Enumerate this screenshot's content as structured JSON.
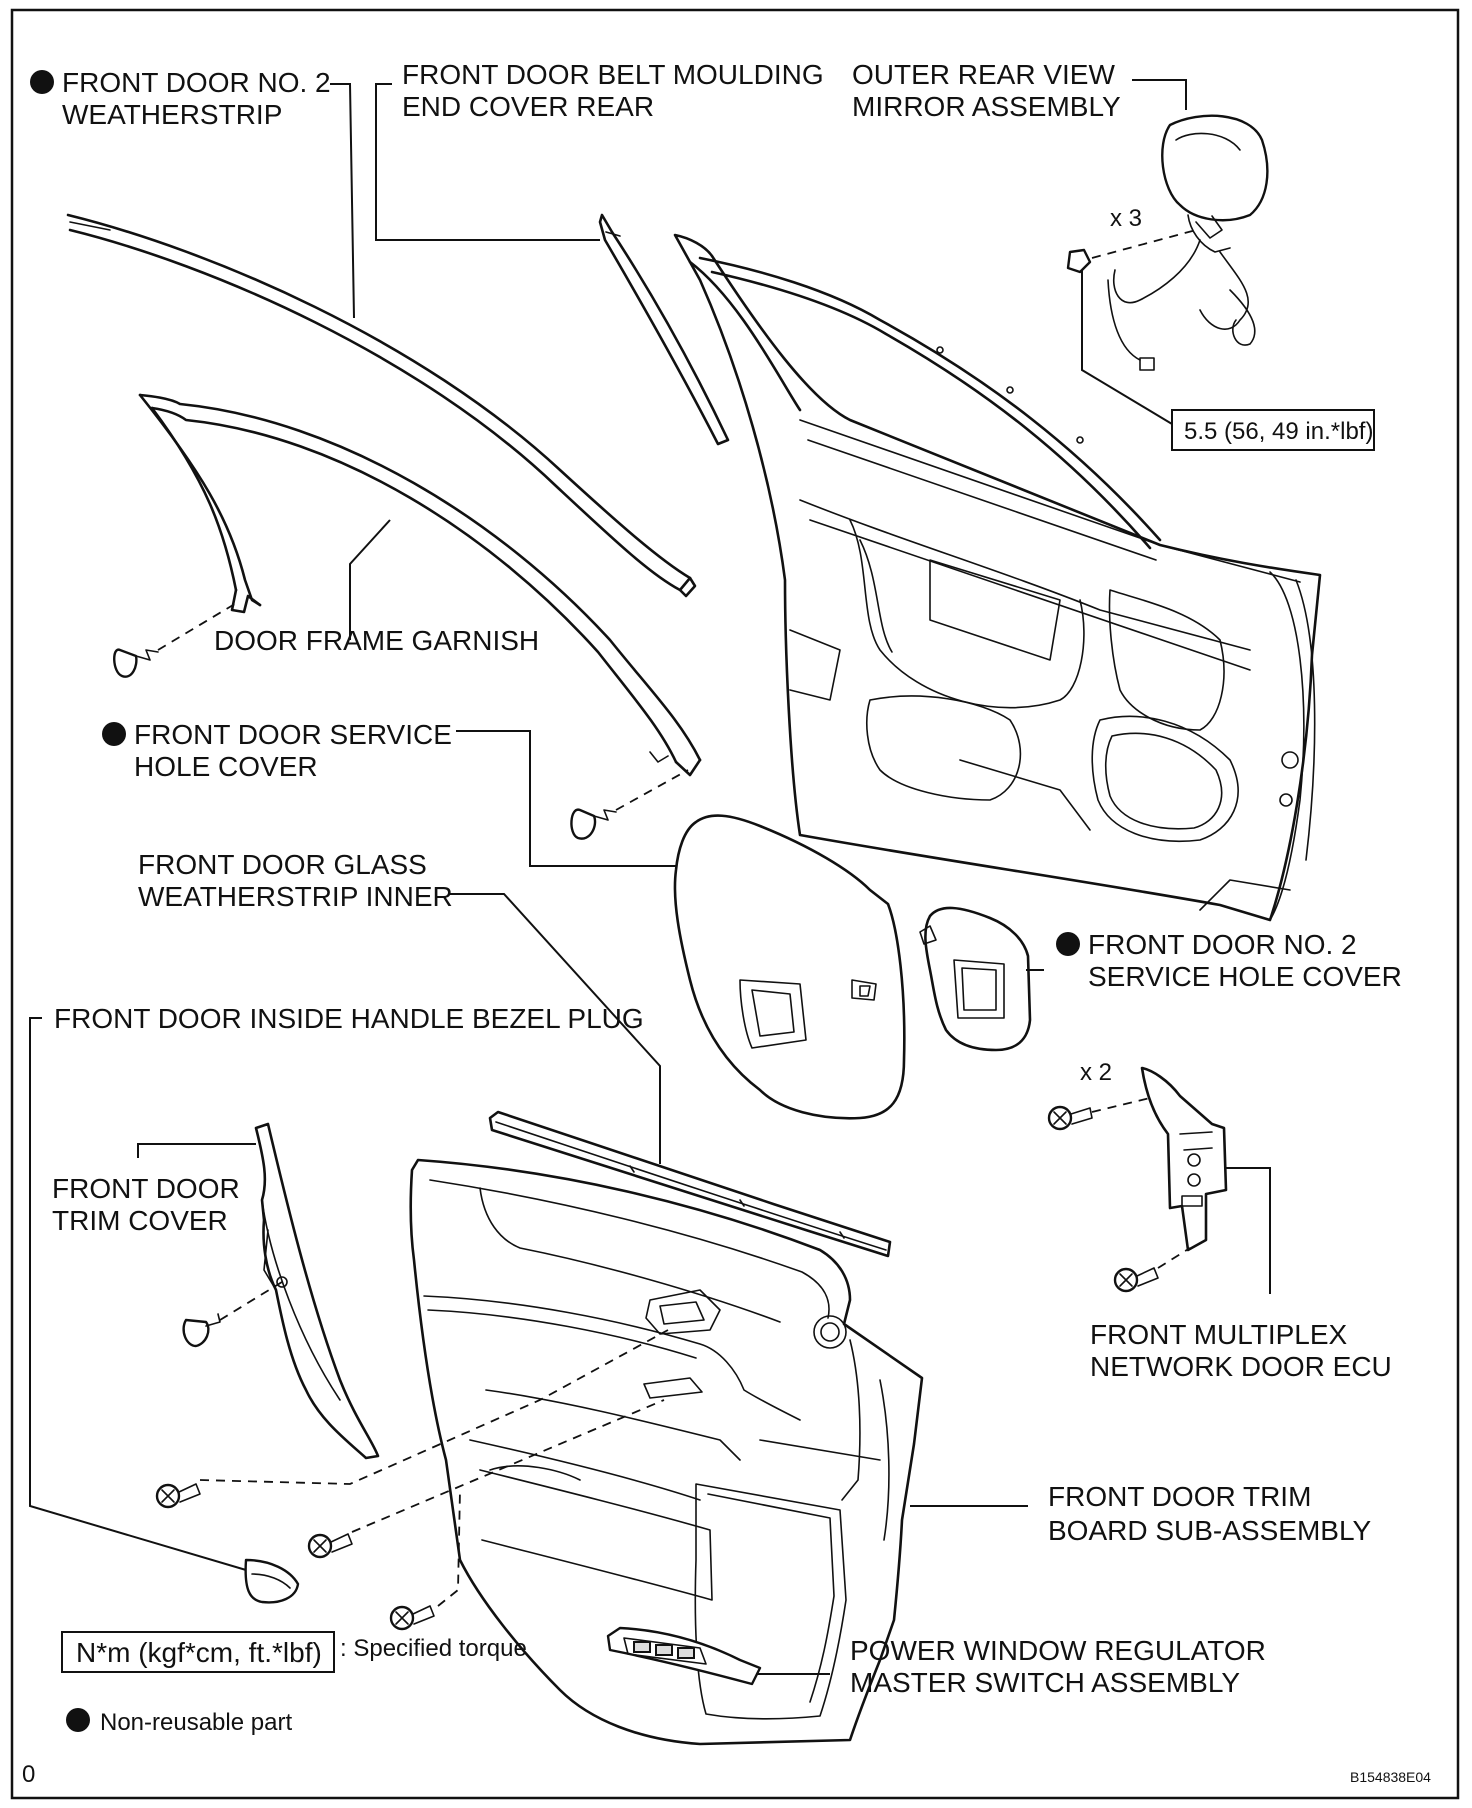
{
  "labels": {
    "weatherstrip_l1": "FRONT DOOR NO. 2",
    "weatherstrip_l2": "WEATHERSTRIP",
    "belt_moulding_l1": "FRONT DOOR BELT MOULDING",
    "belt_moulding_l2": "END COVER REAR",
    "mirror_l1": "OUTER REAR VIEW",
    "mirror_l2": "MIRROR ASSEMBLY",
    "mirror_qty": "x 3",
    "mirror_torque": "5.5 (56, 49 in.*lbf)",
    "frame_garnish": "DOOR FRAME GARNISH",
    "service_cover_l1": "FRONT DOOR SERVICE",
    "service_cover_l2": "HOLE COVER",
    "glass_ws_l1": "FRONT DOOR GLASS",
    "glass_ws_l2": "WEATHERSTRIP INNER",
    "no2_service_l1": "FRONT DOOR NO. 2",
    "no2_service_l2": "SERVICE HOLE COVER",
    "bezel_plug": "FRONT DOOR INSIDE HANDLE BEZEL PLUG",
    "trim_cover_l1": "FRONT DOOR",
    "trim_cover_l2": "TRIM COVER",
    "ecu_qty": "x 2",
    "ecu_l1": "FRONT MULTIPLEX",
    "ecu_l2": "NETWORK DOOR ECU",
    "trim_board_l1": "FRONT DOOR TRIM",
    "trim_board_l2": "BOARD SUB-ASSEMBLY",
    "switch_l1": "POWER WINDOW REGULATOR",
    "switch_l2": "MASTER SWITCH ASSEMBLY"
  },
  "legend": {
    "torque_box": "N*m (kgf*cm, ft.*lbf)",
    "torque_text": ": Specified torque",
    "nonreusable_text": "Non-reusable part"
  },
  "footer": {
    "page_mark": "0",
    "figure_code": "B154838E04"
  }
}
